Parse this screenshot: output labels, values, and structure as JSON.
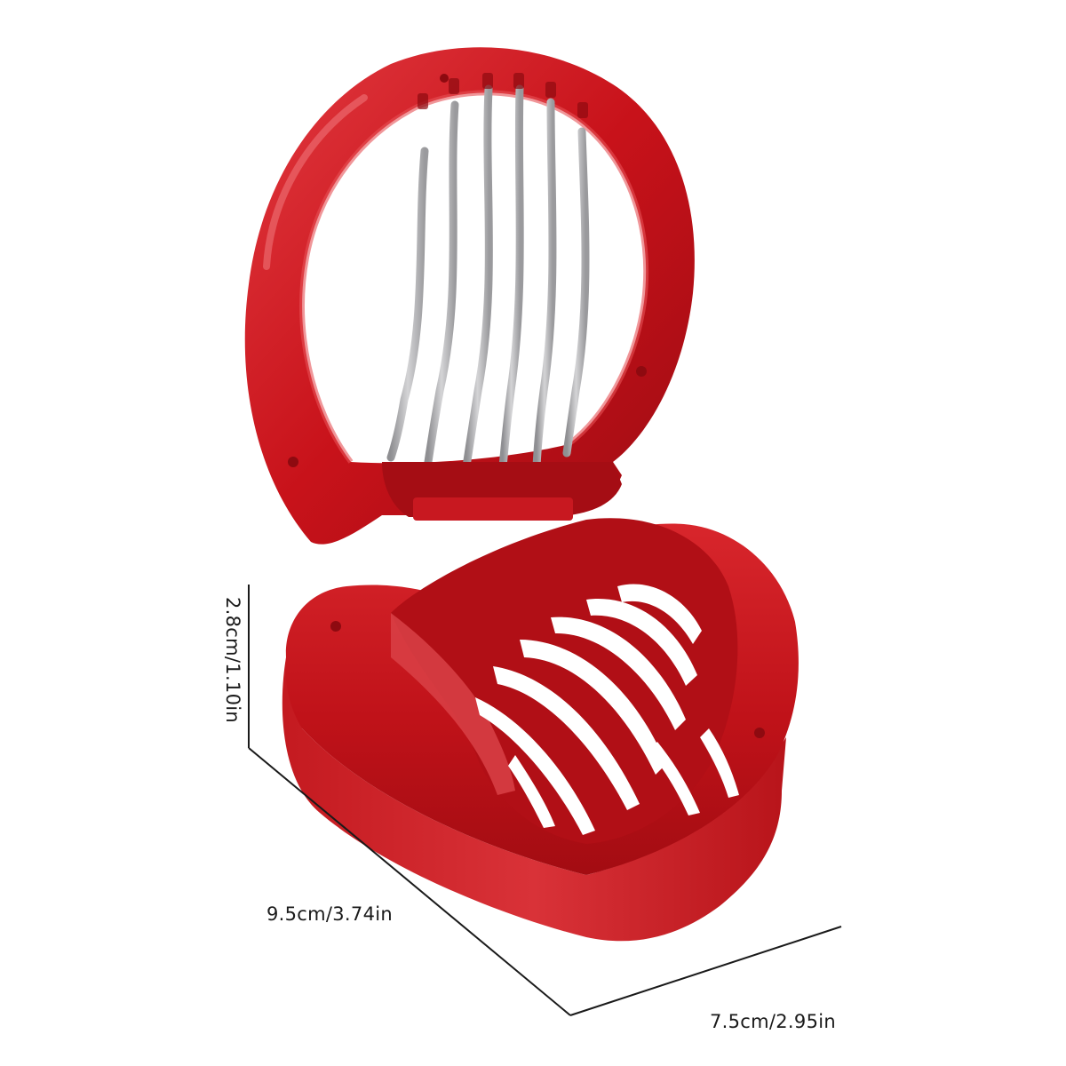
{
  "product": {
    "name_icon": "strawberry-slicer-photo",
    "colors": {
      "body_red": "#c8121a",
      "body_dark": "#8e0a10",
      "body_light": "#e8454b",
      "blade_steel": "#b9b9bb",
      "background": "#ffffff",
      "dimension_line": "#1a1a1a"
    }
  },
  "dimensions": {
    "height": "2.8cm/1.10in",
    "length": "9.5cm/3.74in",
    "width": "7.5cm/2.95in"
  }
}
